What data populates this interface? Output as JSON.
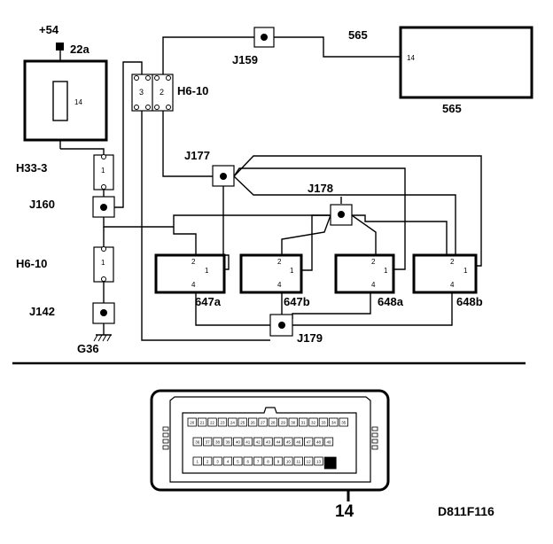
{
  "supply": {
    "voltage": "+54",
    "fuse_ref": "22a",
    "fuse_value": "14"
  },
  "connectors": {
    "h33_3": "H33-3",
    "h6_10_left": "H6-10",
    "h6_10_top": "H6-10",
    "h6_10_top_pin3": "3",
    "h6_10_top_pin2": "2"
  },
  "junctions": {
    "j159": "J159",
    "j160": "J160",
    "j142": "J142",
    "j177": "J177",
    "j178": "J178",
    "j179": "J179"
  },
  "ground": "G36",
  "control_module": {
    "top_label": "565",
    "bottom_label": "565",
    "pin": "14"
  },
  "pin_one": "1",
  "modules": [
    {
      "label": "647a",
      "pin_a": "2",
      "pin_b": "1",
      "pin_c": "4"
    },
    {
      "label": "647b",
      "pin_a": "2",
      "pin_b": "1",
      "pin_c": "4"
    },
    {
      "label": "648a",
      "pin_a": "2",
      "pin_b": "1",
      "pin_c": "4"
    },
    {
      "label": "648b",
      "pin_a": "2",
      "pin_b": "1",
      "pin_c": "4"
    }
  ],
  "plug": {
    "row1": [
      "20",
      "21",
      "22",
      "23",
      "24",
      "25",
      "26",
      "27",
      "28",
      "29",
      "30",
      "31",
      "32",
      "33",
      "34",
      "35"
    ],
    "row2": [
      "36",
      "37",
      "38",
      "39",
      "40",
      "41",
      "42",
      "43",
      "44",
      "45",
      "46",
      "47",
      "48",
      "49"
    ],
    "row3": [
      "1",
      "2",
      "3",
      "4",
      "5",
      "6",
      "7",
      "8",
      "9",
      "10",
      "11",
      "12",
      "13",
      "14"
    ],
    "callout_pin": "14"
  },
  "figure_code": "D811F116"
}
